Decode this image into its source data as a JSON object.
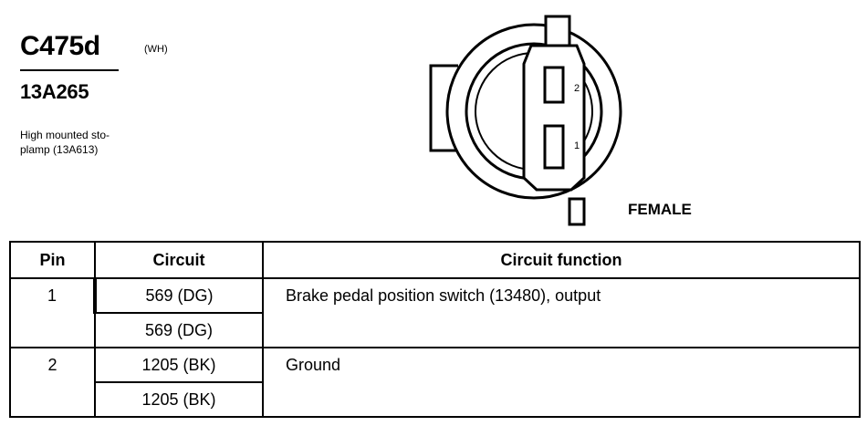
{
  "connector": {
    "id": "C475d",
    "color": "(WH)",
    "part_number": "13A265",
    "description_line1": "High mounted sto-",
    "description_line2": "plamp (13A613)",
    "gender": "FEMALE",
    "pin_labels": [
      "2",
      "1"
    ]
  },
  "table": {
    "headers": [
      "Pin",
      "Circuit",
      "Circuit function"
    ],
    "rows": [
      {
        "pin": "1",
        "circuits": [
          "569 (DG)",
          "569 (DG)"
        ],
        "function": "Brake pedal position switch (13480), output"
      },
      {
        "pin": "2",
        "circuits": [
          "1205 (BK)",
          "1205 (BK)"
        ],
        "function": "Ground"
      }
    ]
  }
}
